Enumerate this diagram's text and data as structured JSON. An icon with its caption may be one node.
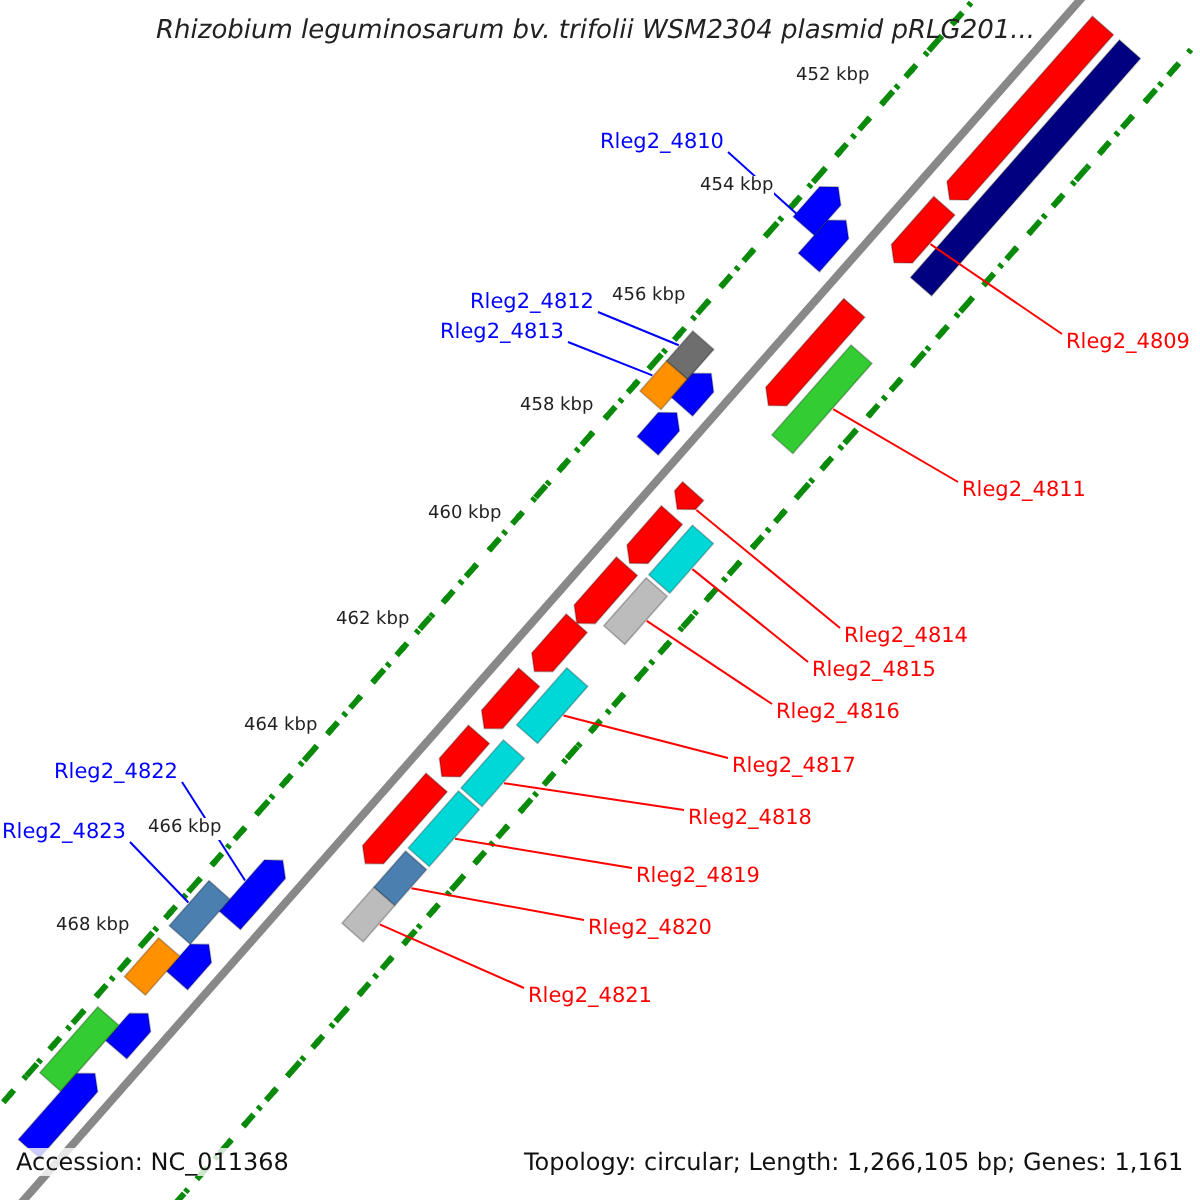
{
  "diagram": {
    "title": "Rhizobium leguminosarum bv. trifolii WSM2304 plasmid pRLG201...",
    "nodes": [
      {
        "text": [
          "Rleg2_4810"
        ]
      },
      {
        "text": [],
        "shape": "arrow"
      },
      {
        "text": [
          "Rleg2_4812"
        ]
      },
      {
        "text": [],
        "shape": "arrow"
      },
      {
        "text": [
          "Rleg2_4813"
        ]
      },
      {
        "text": [],
        "shape": "arrow"
      },
      {
        "text": [
          "Rleg2_4809"
        ]
      },
      {
        "text": [],
        "shape": "arrow"
      },
      {
        "text": [
          "Rleg2_4811"
        ]
      },
      {
        "text": [],
        "shape": "arrow"
      },
      {
        "text": [
          "Rleg2_4814"
        ]
      },
      {
        "text": [],
        "shape": "arrow"
      },
      {
        "text": [
          "Rleg2_4815"
        ]
      },
      {
        "text": [],
        "shape": "arrow"
      },
      {
        "text": [
          "Rleg2_4816"
        ]
      },
      {
        "text": [],
        "shape": "arrow"
      },
      {
        "text": [
          "Rleg2_4817"
        ]
      },
      {
        "text": [],
        "shape": "arrow"
      },
      {
        "text": [
          "Rleg2_4822"
        ]
      },
      {
        "text": [],
        "shape": "arrow"
      },
      {
        "text": [
          "Rleg2_4818"
        ]
      },
      {
        "text": [],
        "shape": "arrow"
      },
      {
        "text": [
          "Rleg2_4823"
        ]
      },
      {
        "text": [],
        "shape": "arrow"
      },
      {
        "text": [
          "Rleg2_4819"
        ]
      },
      {
        "text": [],
        "shape": "arrow"
      },
      {
        "text": [
          "Rleg2_4820"
        ]
      },
      {
        "text": [],
        "shape": "arrow"
      },
      {
        "text": [
          "Rleg2_4821"
        ]
      },
      {
        "text": [],
        "shape": "arrow"
      },
      {
        "text": [],
        "shape": "arrow"
      },
      {
        "text": [],
        "shape": "arrow"
      },
      {
        "text": [],
        "shape": "arrow"
      },
      {
        "text": [],
        "shape": "arrow"
      },
      {
        "text": [],
        "shape": "arrow"
      },
      {
        "text": [],
        "shape": "arrow"
      },
      {
        "text": [],
        "shape": "arrow"
      },
      {
        "text": [],
        "shape": "arrow"
      },
      {
        "text": [],
        "shape": "arrow"
      },
      {
        "text": [],
        "shape": "arrow"
      },
      {
        "text": [],
        "shape": "arrow"
      },
      {
        "text": [],
        "shape": "arrow"
      },
      {
        "text": [],
        "shape": "arrow"
      },
      {
        "text": [],
        "shape": "arrow"
      },
      {
        "text": [],
        "shape": "arrow"
      },
      {
        "text": [],
        "shape": "arrow"
      },
      {
        "text": [],
        "shape": "arrow"
      }
    ],
    "edges": [
      {
        "from": 0,
        "to": 1,
        "arrow": "none",
        "color": "#0000ff"
      },
      {
        "from": 2,
        "to": 3,
        "arrow": "none",
        "color": "#0000ff"
      },
      {
        "from": 4,
        "to": 5,
        "arrow": "none",
        "color": "#0000ff"
      },
      {
        "from": 6,
        "to": 7,
        "arrow": "none"
      },
      {
        "from": 8,
        "to": 9,
        "arrow": "none"
      },
      {
        "from": 10,
        "to": 11,
        "arrow": "none"
      },
      {
        "from": 12,
        "to": 13,
        "arrow": "none"
      },
      {
        "from": 14,
        "to": 15,
        "arrow": "none"
      },
      {
        "from": 16,
        "to": 17,
        "arrow": "none"
      },
      {
        "from": 18,
        "to": 19,
        "arrow": "none",
        "color": "#0000ff"
      },
      {
        "from": 20,
        "to": 21,
        "arrow": "none"
      },
      {
        "from": 22,
        "to": 23,
        "arrow": "none",
        "color": "#0000ff"
      },
      {
        "from": 24,
        "to": 25,
        "arrow": "none"
      },
      {
        "from": 26,
        "to": 27,
        "arrow": "none"
      },
      {
        "from": 28,
        "to": 29,
        "arrow": "none"
      }
    ],
    "labels": [
      "452 kbp",
      "454 kbp",
      "456 kbp",
      "458 kbp",
      "460 kbp",
      "462 kbp",
      "464 kbp",
      "466 kbp",
      "468 kbp",
      "Accession: NC_011368",
      "Topology: circular; Length: 1,266,105 bp; Genes: 1,161"
    ]
  }
}
